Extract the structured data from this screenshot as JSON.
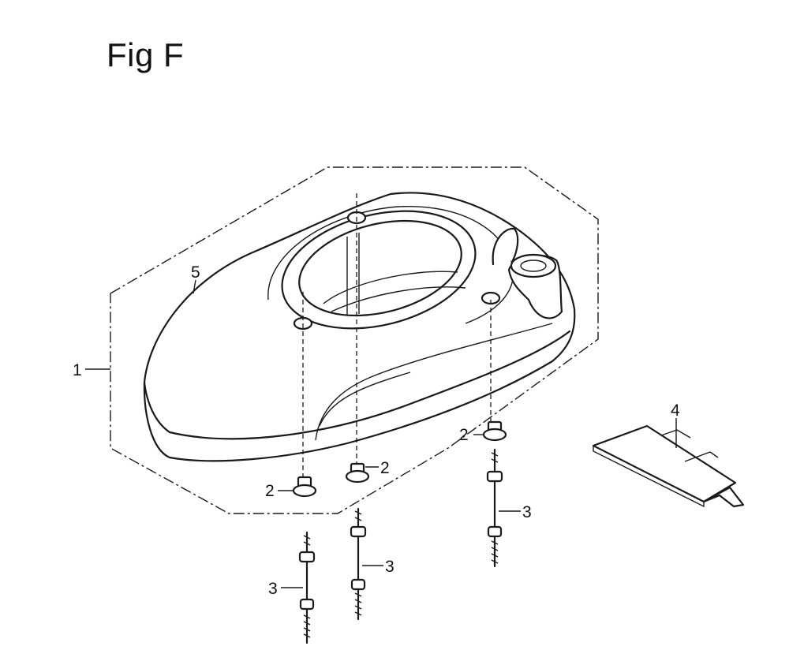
{
  "figure": {
    "title": "Fig F"
  },
  "callouts": {
    "part_1": "1",
    "part_2": "2",
    "part_3": "3",
    "part_4": "4",
    "part_5": "5"
  },
  "colors": {
    "ink": "#1a1a1a",
    "background": "#ffffff"
  }
}
